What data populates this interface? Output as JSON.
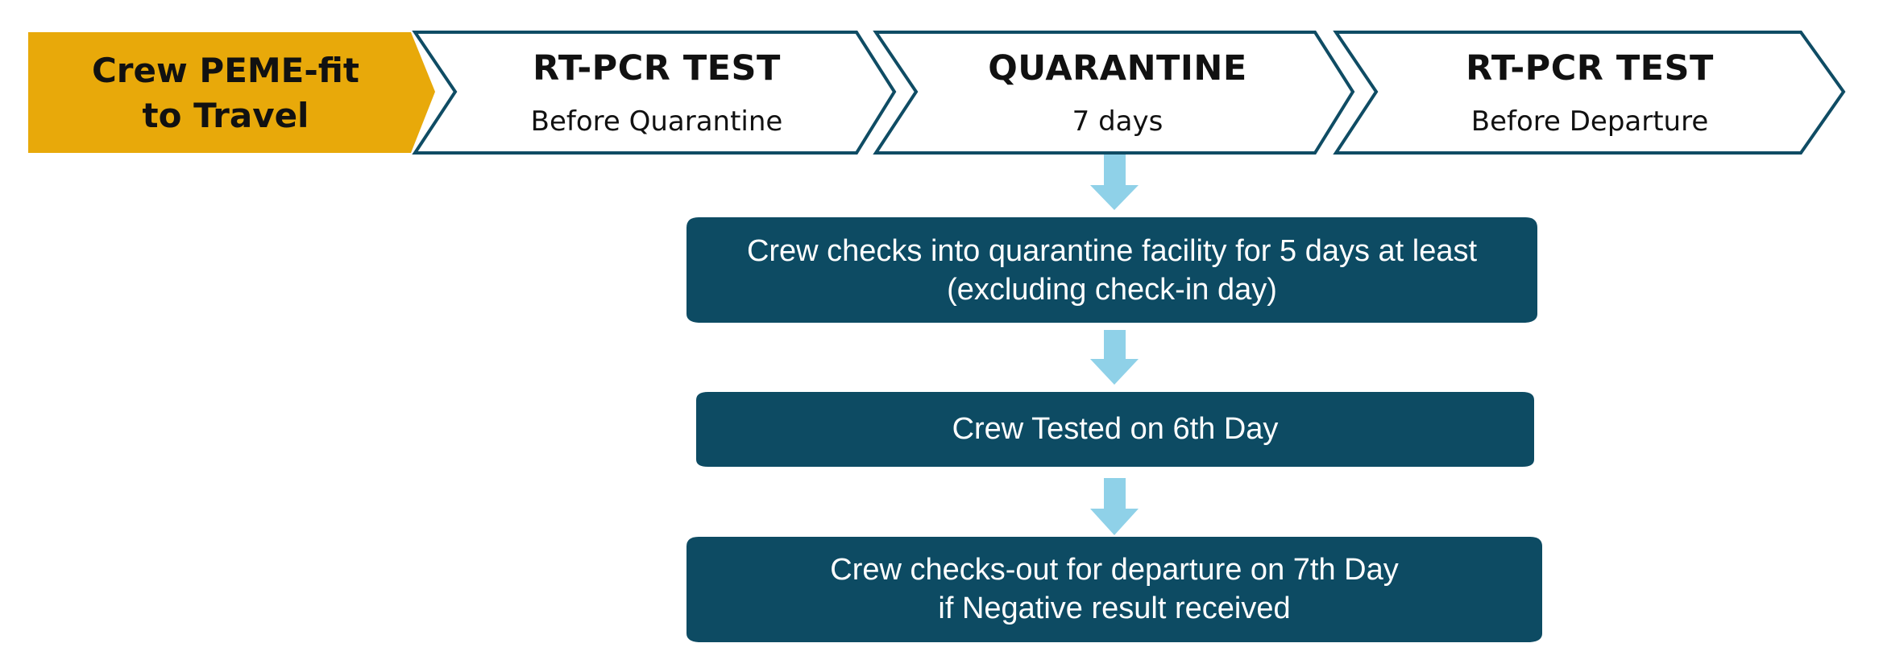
{
  "colors": {
    "lead_fill": "#E8A90A",
    "chevron_stroke": "#0F4C64",
    "box_fill": "#0D4B63",
    "arrow_fill": "#8FD1E8",
    "box_text": "#FFFFFF"
  },
  "stages": [
    {
      "title_lines": [
        "Crew PEME-fit",
        "to Travel"
      ]
    },
    {
      "title": "RT-PCR TEST",
      "subtitle": "Before Quarantine"
    },
    {
      "title": "QUARANTINE",
      "subtitle": "7 days"
    },
    {
      "title": "RT-PCR TEST",
      "subtitle": "Before Departure"
    }
  ],
  "steps": [
    {
      "lines": [
        "Crew checks into quarantine facility for 5 days at least",
        "(excluding check-in day)"
      ]
    },
    {
      "lines": [
        "Crew Tested on 6th Day"
      ]
    },
    {
      "lines": [
        "Crew checks-out for departure on 7th Day",
        "if Negative result received"
      ]
    }
  ]
}
